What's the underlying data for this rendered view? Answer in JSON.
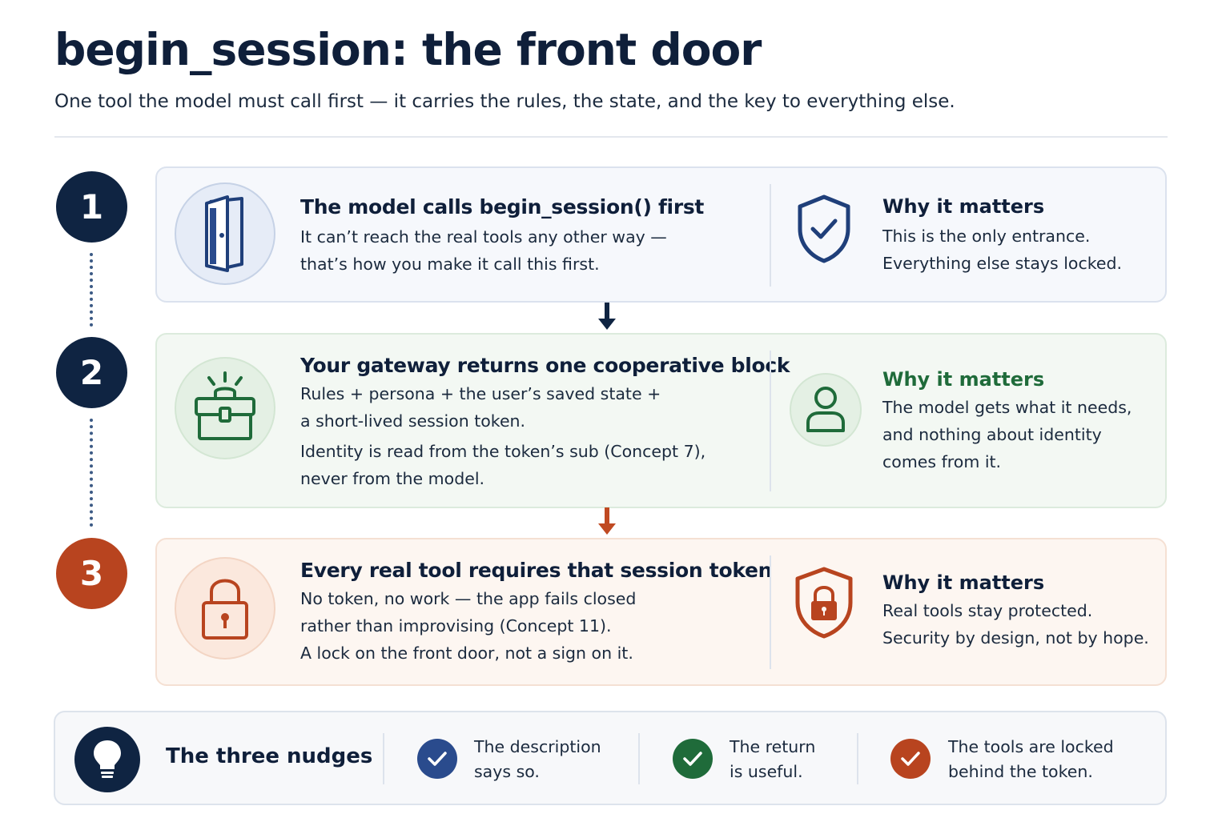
{
  "header": {
    "title": "begin_session: the front door",
    "subtitle": "One tool the model must call first — it carries the rules, the state, and the key to everything else."
  },
  "colors": {
    "navy": "#0f2442",
    "green": "#1f6b3a",
    "orange": "#b8441f",
    "blue": "#2a4b8d"
  },
  "steps": [
    {
      "number": "1",
      "icon": "door-icon",
      "title": "The model calls begin_session() first",
      "lines": [
        "It can’t reach the real tools any other way —",
        "that’s how you make it call this first."
      ],
      "why_icon": "shield-check-icon",
      "why_title": "Why it matters",
      "why_lines": [
        "This is the only entrance.",
        "Everything else stays locked."
      ]
    },
    {
      "number": "2",
      "icon": "toolbox-icon",
      "title": "Your gateway returns one cooperative block",
      "lines": [
        "Rules + persona + the user’s saved state +",
        "a short-lived session token.",
        "Identity is read from the token’s sub (Concept 7),",
        "never from the model."
      ],
      "why_icon": "user-icon",
      "why_title": "Why it matters",
      "why_lines": [
        "The model gets what it needs,",
        "and nothing about identity",
        "comes from it."
      ]
    },
    {
      "number": "3",
      "icon": "padlock-icon",
      "title": "Every real tool requires that session token",
      "lines": [
        "No token, no work — the app fails closed",
        "rather than improvising (Concept 11).",
        "A lock on the front door, not a sign on it."
      ],
      "why_icon": "shield-lock-icon",
      "why_title": "Why it matters",
      "why_lines": [
        "Real tools stay protected.",
        "Security by design, not by hope."
      ]
    }
  ],
  "nudges": {
    "icon": "lightbulb-icon",
    "title": "The three nudges",
    "items": [
      {
        "line1": "The description",
        "line2": "says so."
      },
      {
        "line1": "The return",
        "line2": "is useful."
      },
      {
        "line1": "The tools are locked",
        "line2": "behind the token."
      }
    ]
  }
}
